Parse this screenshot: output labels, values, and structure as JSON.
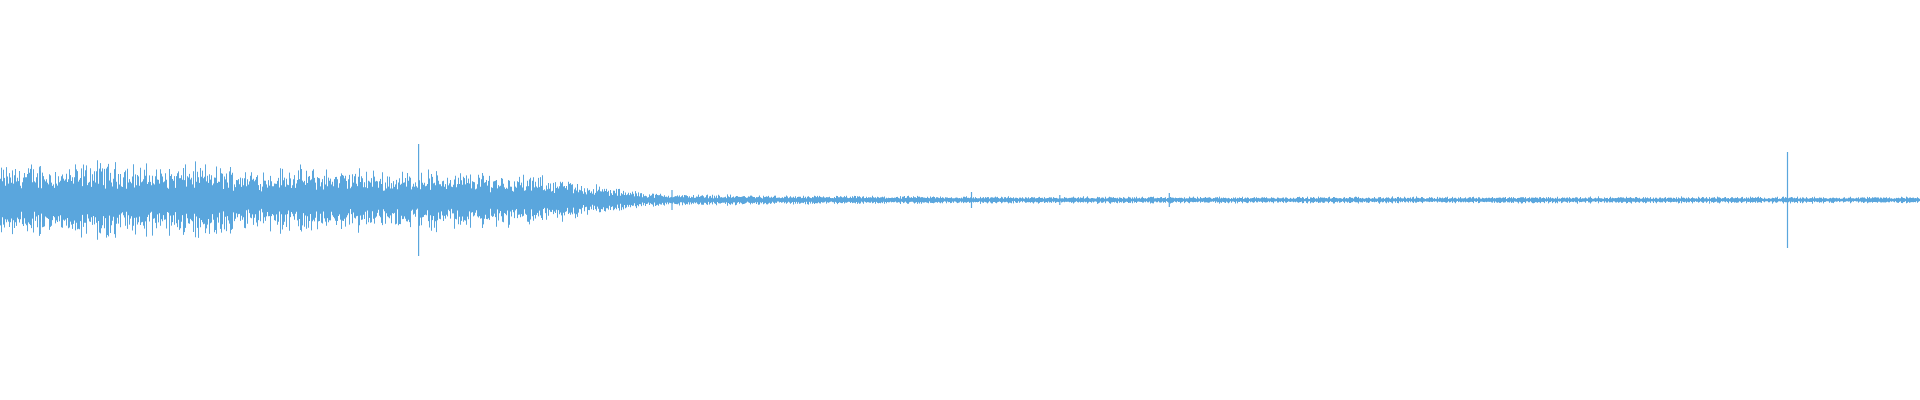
{
  "waveform": {
    "color": "#5aa6dd",
    "background": "#ffffff",
    "amplitude_profile": [
      0.12,
      0.13,
      0.12,
      0.14,
      0.13,
      0.12,
      0.13,
      0.12,
      0.11,
      0.12,
      0.11,
      0.11,
      0.1,
      0.11,
      0.1,
      0.1,
      0.09,
      0.08,
      0.06,
      0.04,
      0.025,
      0.02,
      0.02,
      0.018,
      0.016,
      0.015,
      0.015,
      0.014,
      0.014,
      0.014,
      0.013,
      0.013,
      0.013,
      0.013,
      0.013,
      0.012,
      0.012,
      0.012,
      0.012,
      0.012,
      0.012,
      0.012,
      0.012,
      0.012,
      0.012,
      0.012,
      0.012,
      0.012,
      0.012,
      0.012,
      0.012,
      0.012,
      0.012,
      0.012,
      0.012,
      0.012,
      0.012,
      0.012,
      0.012,
      0.012
    ],
    "transients": [
      {
        "position": 0.021,
        "amplitude": 0.17
      },
      {
        "position": 0.218,
        "amplitude": 0.28
      },
      {
        "position": 0.35,
        "amplitude": 0.05
      },
      {
        "position": 0.506,
        "amplitude": 0.04
      },
      {
        "position": 0.552,
        "amplitude": 0.025
      },
      {
        "position": 0.609,
        "amplitude": 0.035
      },
      {
        "position": 0.931,
        "amplitude": 0.24
      }
    ]
  }
}
